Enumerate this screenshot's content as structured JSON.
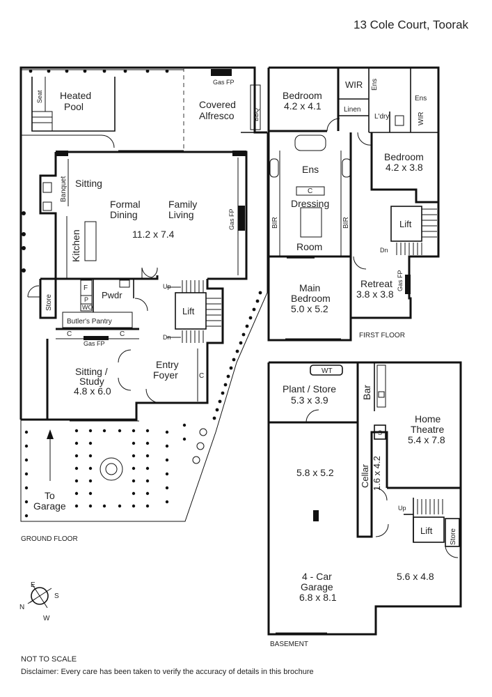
{
  "address": "13 Cole Court, Toorak",
  "floors": {
    "ground": "GROUND FLOOR",
    "first": "FIRST FLOOR",
    "basement": "BASEMENT"
  },
  "rooms": {
    "heated_pool": [
      "Heated",
      "Pool"
    ],
    "seat": "Seat",
    "covered_alfresco": [
      "Covered",
      "Alfresco"
    ],
    "gas_fp": "Gas FP",
    "bbq": "BBQ",
    "banquet": "Banquet",
    "sitting": "Sitting",
    "formal_dining": [
      "Formal",
      "Dining"
    ],
    "family_living": [
      "Family",
      "Living"
    ],
    "living_size": "11.2 x 7.4",
    "kitchen": "Kitchen",
    "store": "Store",
    "f": "F",
    "p": "P",
    "wo": "WO",
    "pwdr": "Pwdr",
    "butlers_pantry": "Butler's Pantry",
    "c": "C",
    "up": "Up",
    "dn": "Dn",
    "lift": "Lift",
    "sitting_study": [
      "Sitting /",
      "Study",
      "4.8 x 6.0"
    ],
    "entry_foyer": [
      "Entry",
      "Foyer"
    ],
    "to_garage": [
      "To",
      "Garage"
    ],
    "bedroom1": [
      "Bedroom",
      "4.2 x 4.1"
    ],
    "wir": "WIR",
    "ens": "Ens",
    "linen": "Linen",
    "ldry": "L'dry",
    "bedroom2": [
      "Bedroom",
      "4.2 x 3.8"
    ],
    "ens_main": "Ens",
    "dressing": "Dressing",
    "room": "Room",
    "bir": "BIR",
    "main_bedroom": [
      "Main",
      "Bedroom",
      "5.0 x 5.2"
    ],
    "retreat": [
      "Retreat",
      "3.8 x 3.8"
    ],
    "wt": "WT",
    "plant_store": [
      "Plant / Store",
      "5.3 x 3.9"
    ],
    "bar": "Bar",
    "s": "S",
    "home_theatre": [
      "Home",
      "Theatre",
      "5.4 x 7.8"
    ],
    "cellar": [
      "Cellar",
      "1.6 x 4.2"
    ],
    "basement_area1": "5.8 x 5.2",
    "garage": [
      "4 - Car",
      "Garage",
      "6.8 x 8.1"
    ],
    "basement_area2": "5.6 x 4.8"
  },
  "compass": {
    "n": "N",
    "e": "E",
    "s": "S",
    "w": "W"
  },
  "footer": {
    "not_to_scale": "NOT TO SCALE",
    "disclaimer": "Disclaimer: Every care has been taken to verify the accuracy of details in this brochure"
  }
}
